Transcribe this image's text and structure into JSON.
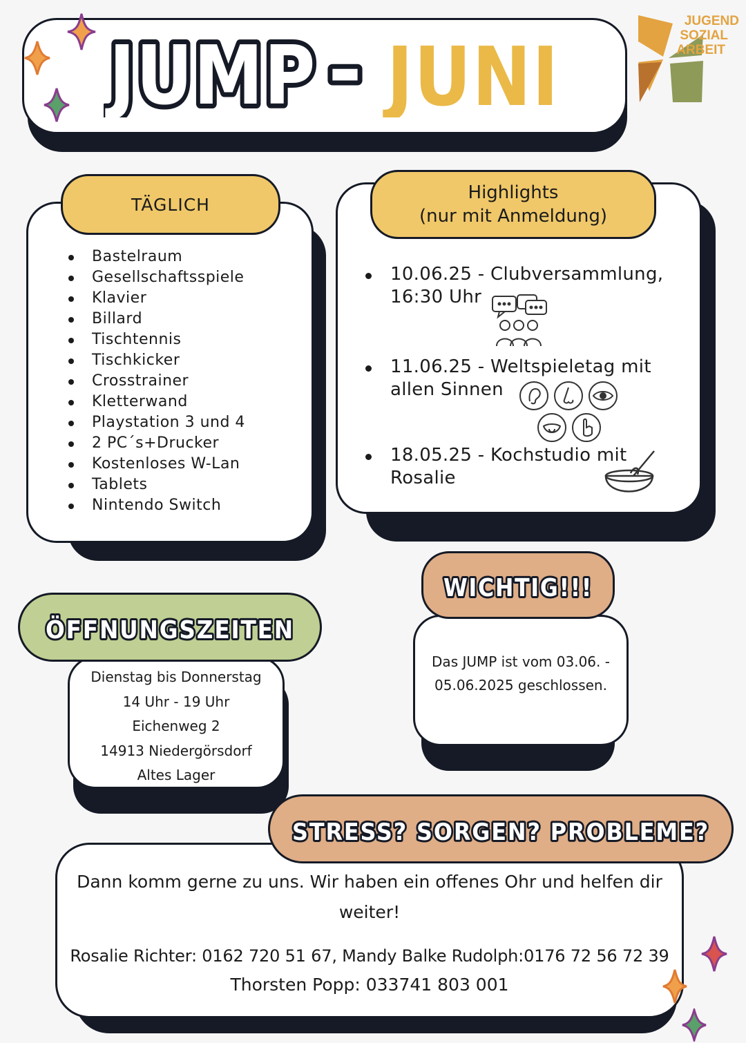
{
  "title": {
    "part1": "JUMP",
    "dash": "-",
    "part2": "JUNI"
  },
  "logo": {
    "line1": "JUGEND",
    "line2": "SOZIAL",
    "line3": "ARBEIT"
  },
  "daily": {
    "header": "TÄGLICH",
    "items": [
      "Bastelraum",
      "Gesellschaftsspiele",
      "Klavier",
      "Billard",
      "Tischtennis",
      "Tischkicker",
      "Crosstrainer",
      "Kletterwand",
      "Playstation 3 und 4",
      "2 PC´s+Drucker",
      "Kostenloses W-Lan",
      "Tablets",
      "Nintendo Switch"
    ]
  },
  "highlights": {
    "header_line1": "Highlights",
    "header_line2": "(nur mit Anmeldung)",
    "items": [
      {
        "line1": "10.06.25 - Clubversammlung,",
        "line2": "16:30 Uhr"
      },
      {
        "line1": "11.06.25 - Weltspieletag mit",
        "line2": "allen Sinnen"
      },
      {
        "line1": "18.05.25 - Kochstudio mit",
        "line2": "Rosalie"
      }
    ]
  },
  "important": {
    "header": "WICHTIG!!!",
    "line1": "Das JUMP ist vom 03.06. -",
    "line2": "05.06.2025 geschlossen."
  },
  "hours": {
    "header": "ÖFFNUNGSZEITEN",
    "lines": [
      "Dienstag bis Donnerstag",
      "14 Uhr - 19 Uhr",
      "Eichenweg 2",
      "14913 Niedergörsdorf",
      "Altes Lager"
    ]
  },
  "help": {
    "header": "STRESS? SORGEN? PROBLEME?",
    "line1": "Dann komm gerne zu uns. Wir haben ein offenes Ohr und helfen dir",
    "line2": "weiter!",
    "contacts1": "Rosalie Richter: 0162 720 51 67, Mandy Balke Rudolph:0176 72 56 72 39",
    "contacts2": "Thorsten Popp: 033741 803 001"
  },
  "colors": {
    "dark": "#151a26",
    "yellow": "#f0c869",
    "gold": "#eab947",
    "green": "#c0cf93",
    "peach": "#dfad86",
    "logo_orange": "#e3a341",
    "logo_brown": "#b9712e",
    "logo_green": "#8e9a58",
    "star_orange": "#f0a04a",
    "star_purple": "#8a3d8e",
    "star_green": "#5aa06a",
    "star_red": "#d9534f"
  },
  "icons": [
    "sparkle-icon",
    "speech-group-icon",
    "ear-icon",
    "nose-icon",
    "eye-icon",
    "mouth-icon",
    "hand-icon",
    "mixing-bowl-icon",
    "logo-flower-icon"
  ]
}
